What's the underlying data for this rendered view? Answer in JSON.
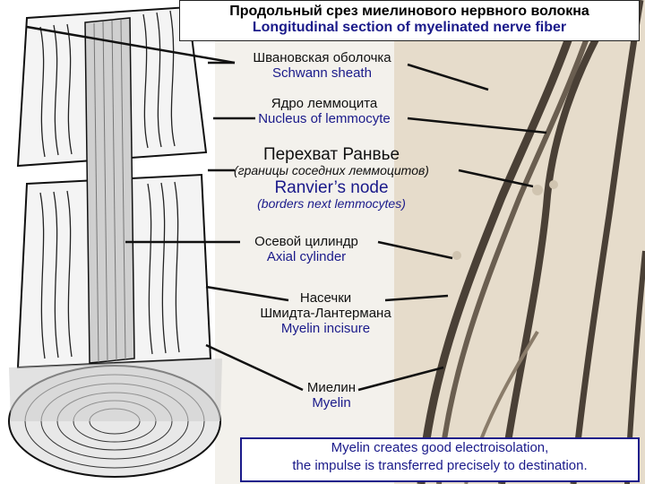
{
  "title": {
    "ru": "Продольный срез миелинового нервного волокна",
    "en": "Longitudinal section of myelinated nerve fiber"
  },
  "labels": {
    "schwann_ru": "Шванoвская оболочка",
    "schwann_en": "Schwann sheath",
    "nucleus_ru": "Ядро леммоцита",
    "nucleus_en": "Nucleus of lemmocyte",
    "ranvier_ru": "Перехват  Ранвье",
    "ranvier_ru_sub": "(границы соседних леммоцитов)",
    "ranvier_en": "Ranvier’s node",
    "ranvier_en_sub": "(borders next lemmocytes)",
    "axial_ru": "Осевой цилиндр",
    "axial_en": "Axial cylinder",
    "incisure_ru_1": "Насечки",
    "incisure_ru_2": "Шмидта-Лантермана",
    "incisure_en": "Myelin incisure",
    "myelin_ru": "Миелин",
    "myelin_en": "Myelin"
  },
  "note": {
    "line1": "Myelin creates good electroisolation,",
    "line2": "the impulse is transferred precisely to destination."
  }
}
